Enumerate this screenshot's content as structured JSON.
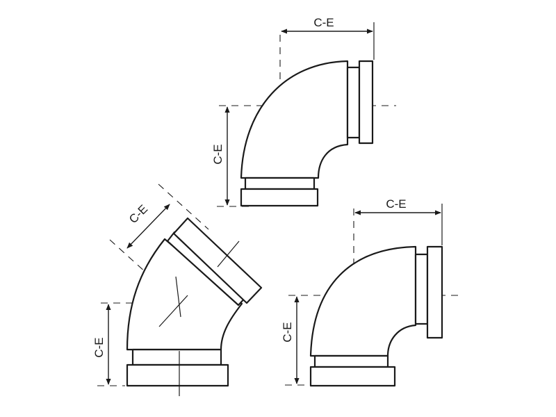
{
  "diagram": {
    "dimension_label": "C-E",
    "fittings": [
      {
        "id": "elbow-90-top"
      },
      {
        "id": "elbow-45-left"
      },
      {
        "id": "elbow-90-right"
      }
    ]
  }
}
